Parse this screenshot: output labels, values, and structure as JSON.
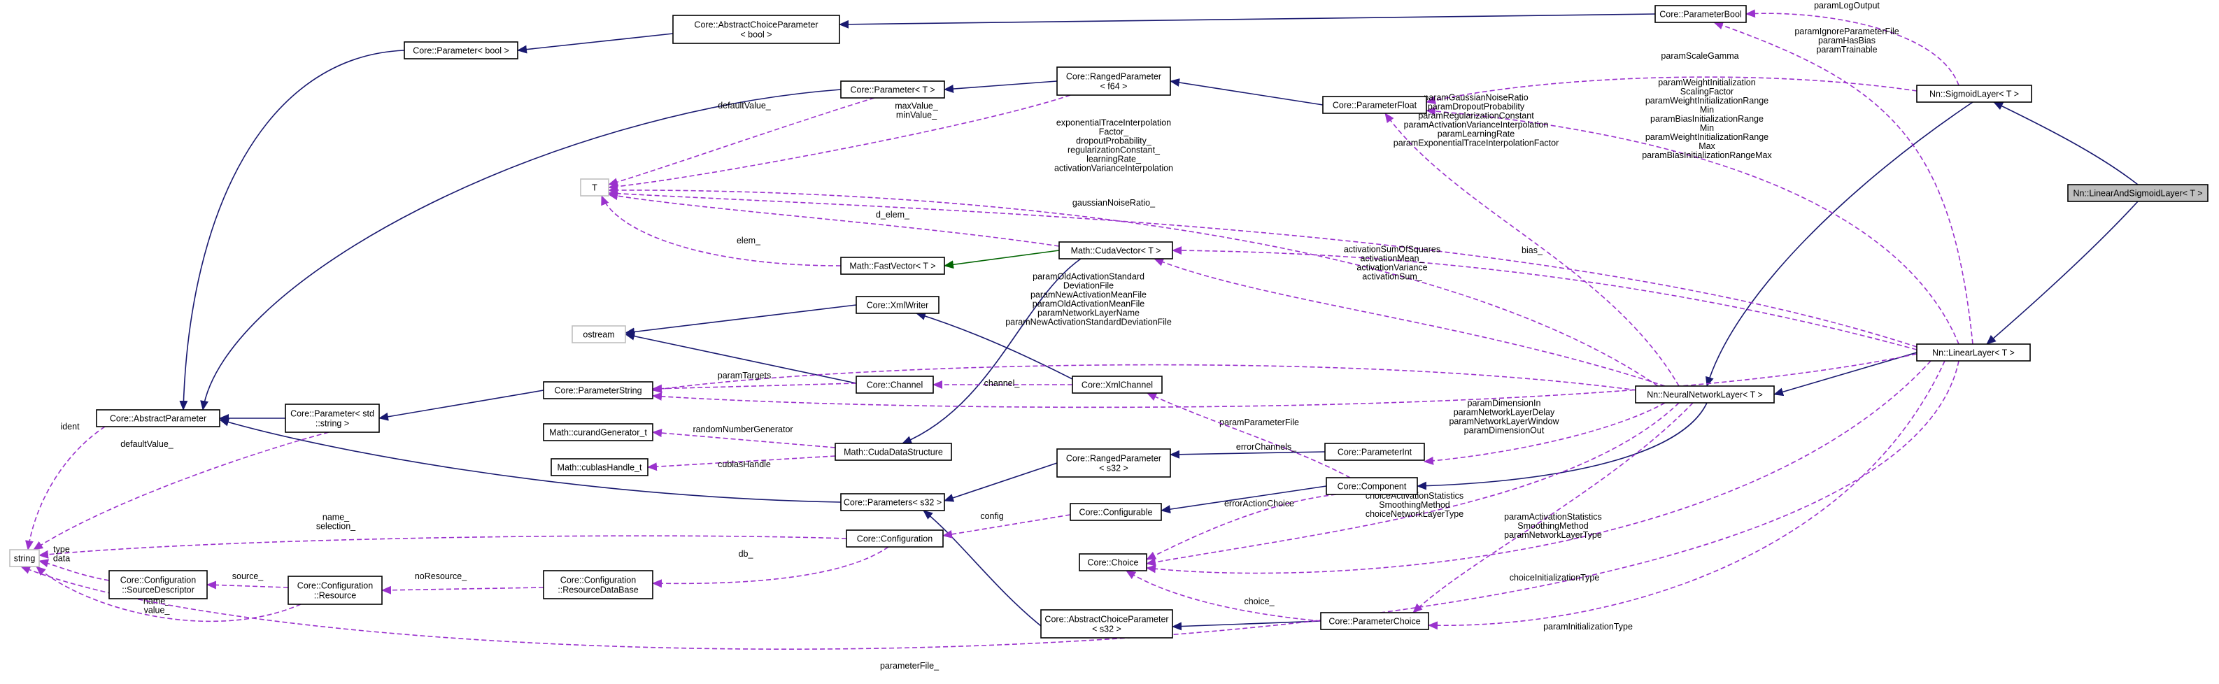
{
  "nodes": {
    "n01": {
      "lines": [
        "Core::AbstractChoiceParameter",
        "< bool >"
      ],
      "style": "normal"
    },
    "n02": {
      "lines": [
        "Core::Parameter< bool >"
      ],
      "style": "normal"
    },
    "n03": {
      "lines": [
        "Core::ParameterBool"
      ],
      "style": "normal"
    },
    "n04": {
      "lines": [
        "Core::RangedParameter",
        "< f64 >"
      ],
      "style": "normal"
    },
    "n05": {
      "lines": [
        "Core::Parameter< T >"
      ],
      "style": "normal"
    },
    "n06": {
      "lines": [
        "Core::ParameterFloat"
      ],
      "style": "normal"
    },
    "n07": {
      "lines": [
        "Nn::SigmoidLayer< T >"
      ],
      "style": "normal"
    },
    "n08": {
      "lines": [
        "Nn::LinearAndSigmoidLayer< T >"
      ],
      "style": "focus"
    },
    "n09": {
      "lines": [
        "T"
      ],
      "style": "external"
    },
    "n10": {
      "lines": [
        "Math::CudaVector< T >"
      ],
      "style": "normal"
    },
    "n11": {
      "lines": [
        "Math::FastVector< T >"
      ],
      "style": "normal"
    },
    "n12": {
      "lines": [
        "Core::XmlWriter"
      ],
      "style": "normal"
    },
    "n13": {
      "lines": [
        "ostream"
      ],
      "style": "external"
    },
    "n14": {
      "lines": [
        "Core::ParameterString"
      ],
      "style": "normal"
    },
    "n15": {
      "lines": [
        "Core::Channel"
      ],
      "style": "normal"
    },
    "n16": {
      "lines": [
        "Core::XmlChannel"
      ],
      "style": "normal"
    },
    "n17": {
      "lines": [
        "Core::AbstractParameter"
      ],
      "style": "normal"
    },
    "n18": {
      "lines": [
        "Core::Parameter< std",
        "::string >"
      ],
      "style": "normal"
    },
    "n19": {
      "lines": [
        "Math::curandGenerator_t"
      ],
      "style": "normal"
    },
    "n20": {
      "lines": [
        "Math::cublasHandle_t"
      ],
      "style": "normal"
    },
    "n21": {
      "lines": [
        "Math::CudaDataStructure"
      ],
      "style": "normal"
    },
    "n22": {
      "lines": [
        "Core::RangedParameter",
        "< s32 >"
      ],
      "style": "normal"
    },
    "n23": {
      "lines": [
        "Core::ParameterInt"
      ],
      "style": "normal"
    },
    "n24": {
      "lines": [
        "Nn::NeuralNetworkLayer< T >"
      ],
      "style": "normal"
    },
    "n25": {
      "lines": [
        "Nn::LinearLayer< T >"
      ],
      "style": "normal"
    },
    "n26": {
      "lines": [
        "Core::Parameters< s32 >"
      ],
      "style": "normal"
    },
    "n27": {
      "lines": [
        "Core::Component"
      ],
      "style": "normal"
    },
    "n28": {
      "lines": [
        "Core::Configurable"
      ],
      "style": "normal"
    },
    "n29": {
      "lines": [
        "string"
      ],
      "style": "external"
    },
    "n30": {
      "lines": [
        "Core::Configuration"
      ],
      "style": "normal"
    },
    "n31": {
      "lines": [
        "Core::Choice"
      ],
      "style": "normal"
    },
    "n32": {
      "lines": [
        "Core::Configuration",
        "::SourceDescriptor"
      ],
      "style": "normal"
    },
    "n33": {
      "lines": [
        "Core::Configuration",
        "::Resource"
      ],
      "style": "normal"
    },
    "n34": {
      "lines": [
        "Core::Configuration",
        "::ResourceDataBase"
      ],
      "style": "normal"
    },
    "n35": {
      "lines": [
        "Core::AbstractChoiceParameter",
        "< s32 >"
      ],
      "style": "normal"
    },
    "n36": {
      "lines": [
        "Core::ParameterChoice"
      ],
      "style": "normal"
    }
  },
  "edges": [
    {
      "id": "e01",
      "kind": "inherit",
      "from": "n03",
      "to": "n01",
      "labels": []
    },
    {
      "id": "e02",
      "kind": "inherit",
      "from": "n01",
      "to": "n02",
      "labels": []
    },
    {
      "id": "e03",
      "kind": "inherit",
      "from": "n02",
      "to": "n17",
      "labels": []
    },
    {
      "id": "e04",
      "kind": "inherit",
      "from": "n04",
      "to": "n05",
      "labels": []
    },
    {
      "id": "e05",
      "kind": "inherit",
      "from": "n05",
      "to": "n17",
      "labels": []
    },
    {
      "id": "e06",
      "kind": "inherit",
      "from": "n06",
      "to": "n04",
      "labels": []
    },
    {
      "id": "e07",
      "kind": "inherit",
      "from": "n08",
      "to": "n07",
      "labels": []
    },
    {
      "id": "e08",
      "kind": "inherit",
      "from": "n08",
      "to": "n25",
      "labels": []
    },
    {
      "id": "e09",
      "kind": "inherit",
      "from": "n07",
      "to": "n24",
      "labels": []
    },
    {
      "id": "e10",
      "kind": "inherit",
      "from": "n25",
      "to": "n24",
      "labels": []
    },
    {
      "id": "e11",
      "kind": "inherit",
      "from": "n24",
      "to": "n27",
      "labels": []
    },
    {
      "id": "e12",
      "kind": "inherit",
      "from": "n27",
      "to": "n28",
      "labels": []
    },
    {
      "id": "e13",
      "kind": "inherit",
      "from": "n23",
      "to": "n22",
      "labels": []
    },
    {
      "id": "e14",
      "kind": "inherit",
      "from": "n22",
      "to": "n26",
      "labels": []
    },
    {
      "id": "e15",
      "kind": "inherit",
      "from": "n26",
      "to": "n17",
      "labels": []
    },
    {
      "id": "e16",
      "kind": "inherit",
      "from": "n36",
      "to": "n35",
      "labels": []
    },
    {
      "id": "e17",
      "kind": "inherit",
      "from": "n35",
      "to": "n26",
      "labels": []
    },
    {
      "id": "e18",
      "kind": "inherit",
      "from": "n14",
      "to": "n18",
      "labels": []
    },
    {
      "id": "e19",
      "kind": "inherit",
      "from": "n18",
      "to": "n17",
      "labels": []
    },
    {
      "id": "e20",
      "kind": "inherit",
      "from": "n15",
      "to": "n13",
      "labels": []
    },
    {
      "id": "e21",
      "kind": "inherit",
      "from": "n16",
      "to": "n12",
      "labels": []
    },
    {
      "id": "e22",
      "kind": "inherit",
      "from": "n12",
      "to": "n13",
      "labels": []
    },
    {
      "id": "e23",
      "kind": "inherit",
      "from": "n10",
      "to": "n21",
      "labels": []
    },
    {
      "id": "e24",
      "kind": "template",
      "from": "n10",
      "to": "n11",
      "labels": []
    },
    {
      "id": "e25",
      "kind": "usage",
      "from": "n07",
      "to": "n03",
      "labels": [
        "paramLogOutput"
      ]
    },
    {
      "id": "e26",
      "kind": "usage",
      "from": "n25",
      "to": "n03",
      "labels": [
        "paramIgnoreParameterFile",
        "paramHasBias",
        "paramTrainable"
      ]
    },
    {
      "id": "e27",
      "kind": "usage",
      "from": "n07",
      "to": "n06",
      "labels": [
        "paramScaleGamma"
      ]
    },
    {
      "id": "e28",
      "kind": "usage",
      "from": "n25",
      "to": "n06",
      "labels": [
        "paramWeightInitialization",
        "ScalingFactor",
        "paramWeightInitializationRange",
        "Min",
        "paramBiasInitializationRange",
        "Min",
        "paramWeightInitializationRange",
        "Max",
        "paramBiasInitializationRangeMax"
      ]
    },
    {
      "id": "e29",
      "kind": "usage",
      "from": "n24",
      "to": "n06",
      "labels": [
        "paramGaussianNoiseRatio",
        "paramDropoutProbability",
        "paramRegularizationConstant",
        "paramActivationVarianceInterpolation",
        "paramLearningRate",
        "paramExponentialTraceInterpolationFactor"
      ]
    },
    {
      "id": "e30",
      "kind": "usage",
      "from": "n05",
      "to": "n09",
      "labels": [
        "defaultValue_"
      ]
    },
    {
      "id": "e31",
      "kind": "usage",
      "from": "n04",
      "to": "n09",
      "labels": [
        "maxValue_",
        "minValue_"
      ]
    },
    {
      "id": "e32",
      "kind": "usage",
      "from": "n24",
      "to": "n09",
      "labels": [
        "exponentialTraceInterpolation",
        "Factor_",
        "dropoutProbability_",
        "regularizationConstant_",
        "learningRate_",
        "activationVarianceInterpolation"
      ]
    },
    {
      "id": "e33",
      "kind": "usage",
      "from": "n25",
      "to": "n09",
      "labels": [
        "gaussianNoiseRatio_"
      ]
    },
    {
      "id": "e34",
      "kind": "usage",
      "from": "n10",
      "to": "n09",
      "labels": [
        "d_elem_"
      ]
    },
    {
      "id": "e35",
      "kind": "usage",
      "from": "n11",
      "to": "n09",
      "labels": [
        "elem_"
      ]
    },
    {
      "id": "e36",
      "kind": "usage",
      "from": "n25",
      "to": "n10",
      "labels": [
        "bias_"
      ]
    },
    {
      "id": "e37",
      "kind": "usage",
      "from": "n24",
      "to": "n10",
      "labels": [
        "activationSumOfSquares",
        "activationMean_",
        "activationVariance",
        "activationSum_"
      ]
    },
    {
      "id": "e38",
      "kind": "usage",
      "from": "n24",
      "to": "n14",
      "labels": [
        "paramOldActivationStandard",
        "DeviationFile",
        "paramNewActivationMeanFile",
        "paramOldActivationMeanFile",
        "paramNetworkLayerName",
        "paramNewActivationStandardDeviationFile"
      ]
    },
    {
      "id": "e39",
      "kind": "usage",
      "from": "n25",
      "to": "n14",
      "labels": [
        "paramParameterFile"
      ]
    },
    {
      "id": "e40",
      "kind": "usage",
      "from": "n15",
      "to": "n14",
      "labels": [
        "paramTargets"
      ]
    },
    {
      "id": "e41",
      "kind": "usage",
      "from": "n16",
      "to": "n15",
      "labels": [
        "channel_"
      ]
    },
    {
      "id": "e42",
      "kind": "usage",
      "from": "n27",
      "to": "n16",
      "labels": [
        "errorChannels_"
      ]
    },
    {
      "id": "e43",
      "kind": "usage",
      "from": "n21",
      "to": "n19",
      "labels": [
        "randomNumberGenerator"
      ]
    },
    {
      "id": "e44",
      "kind": "usage",
      "from": "n21",
      "to": "n20",
      "labels": [
        "cublasHandle"
      ]
    },
    {
      "id": "e45",
      "kind": "usage",
      "from": "n24",
      "to": "n23",
      "labels": [
        "paramDimensionIn",
        "paramNetworkLayerDelay",
        "paramNetworkLayerWindow",
        "paramDimensionOut"
      ]
    },
    {
      "id": "e46",
      "kind": "usage",
      "from": "n17",
      "to": "n29",
      "labels": [
        "ident"
      ]
    },
    {
      "id": "e47",
      "kind": "usage",
      "from": "n18",
      "to": "n29",
      "labels": [
        "defaultValue_"
      ]
    },
    {
      "id": "e48",
      "kind": "usage",
      "from": "n30",
      "to": "n29",
      "labels": [
        "name_",
        "selection_"
      ]
    },
    {
      "id": "e49",
      "kind": "usage",
      "from": "n32",
      "to": "n29",
      "labels": [
        "type",
        "data"
      ]
    },
    {
      "id": "e50",
      "kind": "usage",
      "from": "n33",
      "to": "n29",
      "labels": [
        "name_",
        "value_"
      ]
    },
    {
      "id": "e51",
      "kind": "usage",
      "from": "n25",
      "to": "n29",
      "labels": [
        "parameterFile_"
      ]
    },
    {
      "id": "e52",
      "kind": "usage",
      "from": "n28",
      "to": "n30",
      "labels": [
        "config"
      ]
    },
    {
      "id": "e53",
      "kind": "usage",
      "from": "n30",
      "to": "n34",
      "labels": [
        "db_"
      ]
    },
    {
      "id": "e54",
      "kind": "usage",
      "from": "n34",
      "to": "n33",
      "labels": [
        "noResource_"
      ]
    },
    {
      "id": "e55",
      "kind": "usage",
      "from": "n33",
      "to": "n32",
      "labels": [
        "source_"
      ]
    },
    {
      "id": "e56",
      "kind": "usage",
      "from": "n27",
      "to": "n31",
      "labels": [
        "errorActionChoice"
      ]
    },
    {
      "id": "e57",
      "kind": "usage",
      "from": "n24",
      "to": "n31",
      "labels": [
        "choiceActivationStatistics",
        "SmoothingMethod",
        "choiceNetworkLayerType"
      ]
    },
    {
      "id": "e58",
      "kind": "usage",
      "from": "n25",
      "to": "n31",
      "labels": [
        "choiceInitializationType"
      ]
    },
    {
      "id": "e59",
      "kind": "usage",
      "from": "n36",
      "to": "n31",
      "labels": [
        "choice_"
      ]
    },
    {
      "id": "e60",
      "kind": "usage",
      "from": "n24",
      "to": "n36",
      "labels": [
        "paramActivationStatistics",
        "SmoothingMethod",
        "paramNetworkLayerType"
      ]
    },
    {
      "id": "e61",
      "kind": "usage",
      "from": "n25",
      "to": "n36",
      "labels": [
        "paramInitializationType"
      ]
    }
  ],
  "colors": {
    "inherit": "#191970",
    "usage": "#9a32cd",
    "template": "#006400",
    "focus_fill": "#bfbfbf",
    "external_border": "#bfbfbf",
    "node_border": "#000000",
    "node_fill": "#ffffff"
  }
}
